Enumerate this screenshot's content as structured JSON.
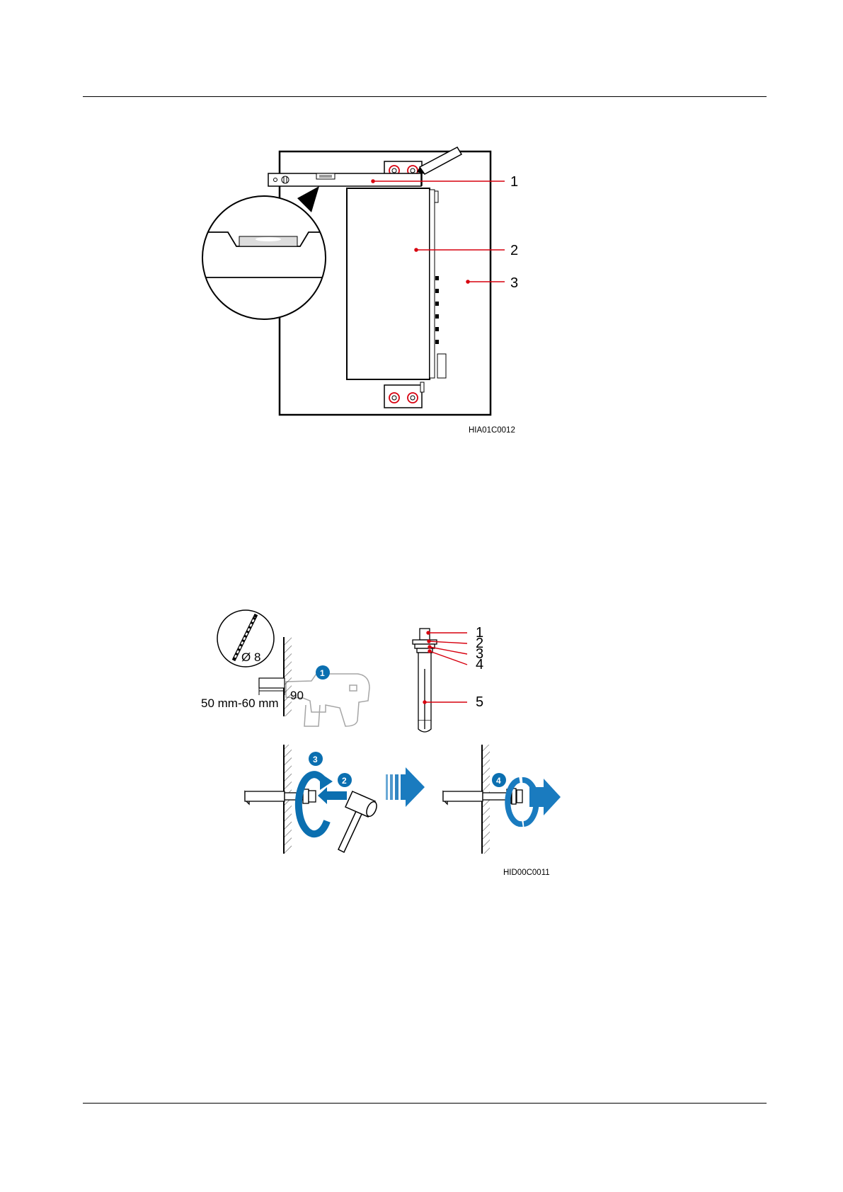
{
  "figure1": {
    "code": "HIA01C0012",
    "callouts": [
      "1",
      "2",
      "3"
    ]
  },
  "figure2": {
    "code": "HID00C0011",
    "drill_diameter": "Ø 8",
    "depth": "50 mm-60 mm",
    "angle": "90",
    "callouts": [
      "1",
      "2",
      "3",
      "4",
      "5"
    ],
    "steps": [
      "1",
      "2",
      "3",
      "4"
    ]
  },
  "colors": {
    "callout_line": "#d7000f",
    "step_blue": "#0b6fb0",
    "arrow_blue": "#1a7bbf",
    "rule": "#000000"
  }
}
